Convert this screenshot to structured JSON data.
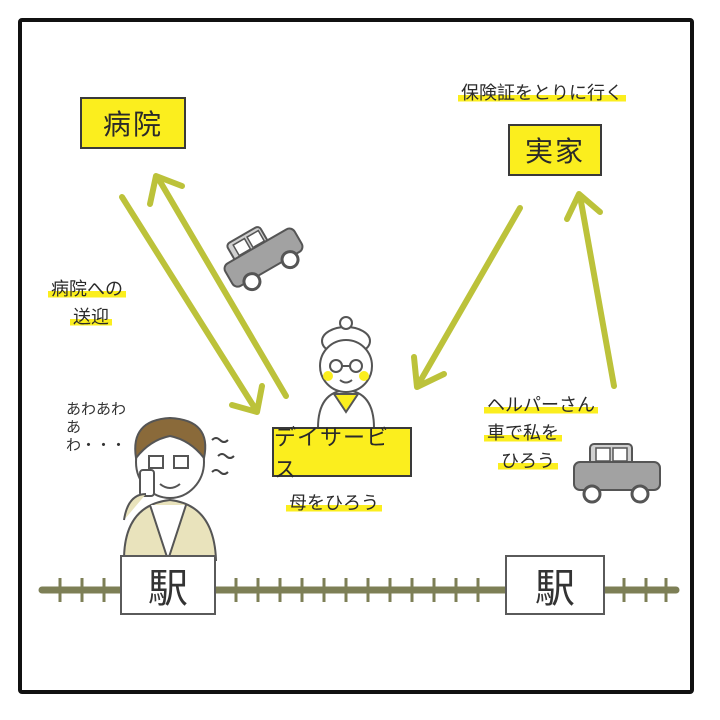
{
  "boxes": {
    "hospital": "病院",
    "family_home": "実家",
    "day_service": "デイサービス"
  },
  "stations": {
    "left": "駅",
    "right": "駅"
  },
  "annotations": {
    "insurance_card": "保険証をとりに行く",
    "hospital_transfer_line1": "病院への",
    "hospital_transfer_line2": "送迎",
    "pick_up_mother": "母をひろう",
    "helper_line1": "ヘルパーさん",
    "helper_line2": "車で私を",
    "helper_line3": "ひろう",
    "phone_voice": "あわあわ あわ・・・",
    "tilde": "～～"
  },
  "colors": {
    "box_fill": "#fbee1e",
    "arrow": "#bcc23a",
    "track": "#7d7f56",
    "car": "#9a9a9a",
    "frame": "#111111"
  },
  "icons": [
    "car-icon",
    "grandmother-icon",
    "person-on-phone-icon",
    "railway-track"
  ]
}
